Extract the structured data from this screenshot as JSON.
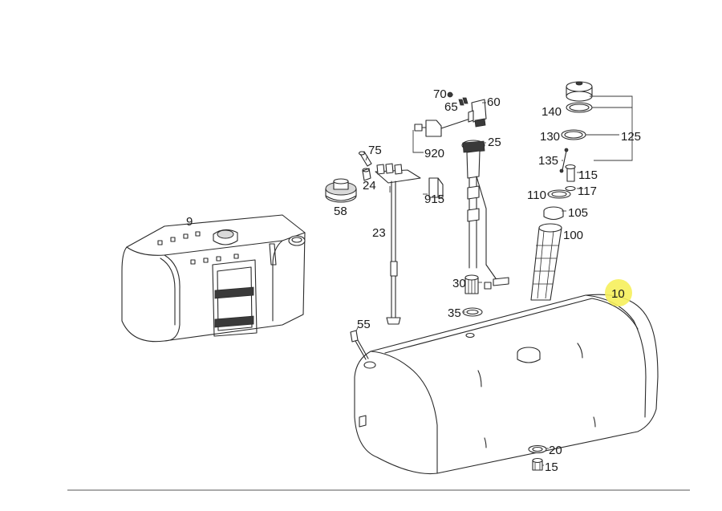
{
  "callouts": {
    "c9": "9",
    "c10": "10",
    "c15": "15",
    "c20": "20",
    "c23": "23",
    "c24": "24",
    "c25": "25",
    "c30": "30",
    "c35": "35",
    "c55": "55",
    "c58": "58",
    "c60": "60",
    "c65": "65",
    "c70": "70",
    "c75": "75",
    "c100": "100",
    "c105": "105",
    "c110": "110",
    "c115": "115",
    "c117": "117",
    "c125": "125",
    "c130": "130",
    "c135": "135",
    "c140": "140",
    "c915": "915",
    "c920": "920"
  },
  "highlight_color": "#f6ef5b",
  "line_color": "#2a2a2a"
}
